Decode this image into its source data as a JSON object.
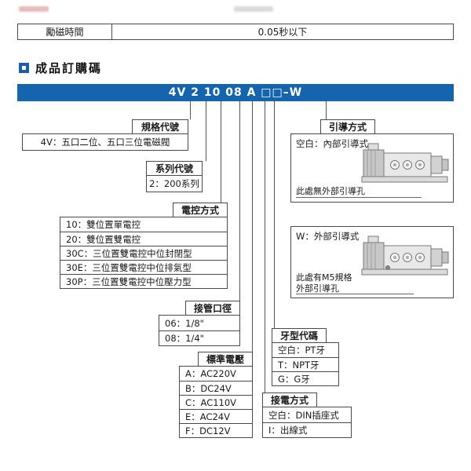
{
  "spec_table": {
    "rows": [
      {
        "label": "勵磁時間",
        "value": "0.05秒以下"
      }
    ]
  },
  "section": {
    "title": "成品訂購碼"
  },
  "order_code": {
    "text": "4V 2 10 08 A □□–W"
  },
  "groups": {
    "spec": {
      "label": "規格代號",
      "items": [
        "4V：五口二位、五口三位電磁閥"
      ]
    },
    "series": {
      "label": "系列代號",
      "items": [
        "2：200系列"
      ]
    },
    "control": {
      "label": "電控方式",
      "items": [
        "10：雙位置單電控",
        "20：雙位置雙電控",
        "30C：三位置雙電控中位封閉型",
        "30E：三位置雙電控中位排氣型",
        "30P：三位置雙電控中位壓力型"
      ]
    },
    "port": {
      "label": "接管口徑",
      "items": [
        "06：1/8\"",
        "08：1/4\""
      ]
    },
    "voltage": {
      "label": "標準電壓",
      "items": [
        "A：AC220V",
        "B：DC24V",
        "C：AC110V",
        "E：AC24V",
        "F：DC12V"
      ]
    },
    "wiring": {
      "label": "接電方式",
      "items": [
        "空白：DIN插座式",
        "I：出線式"
      ]
    },
    "thread": {
      "label": "牙型代碼",
      "items": [
        "空白：PT牙",
        "T：NPT牙",
        "G：G牙"
      ]
    },
    "pilot": {
      "label": "引導方式",
      "internal": {
        "title": "空白：內部引導式",
        "caption": "此處無外部引導孔"
      },
      "external": {
        "title": "W：外部引導式",
        "caption_line1": "此處有M5規格",
        "caption_line2": "外部引導孔"
      }
    }
  },
  "icons": {
    "section_bullet": "blue-square-with-white-dot",
    "valve_internal": "solenoid-valve-drawing",
    "valve_external": "solenoid-valve-drawing-with-m5-port"
  },
  "colors": {
    "banner_blue": "#1565ae",
    "bullet_blue": "#1b5ea8",
    "border_dark": "#4a4a4a"
  }
}
